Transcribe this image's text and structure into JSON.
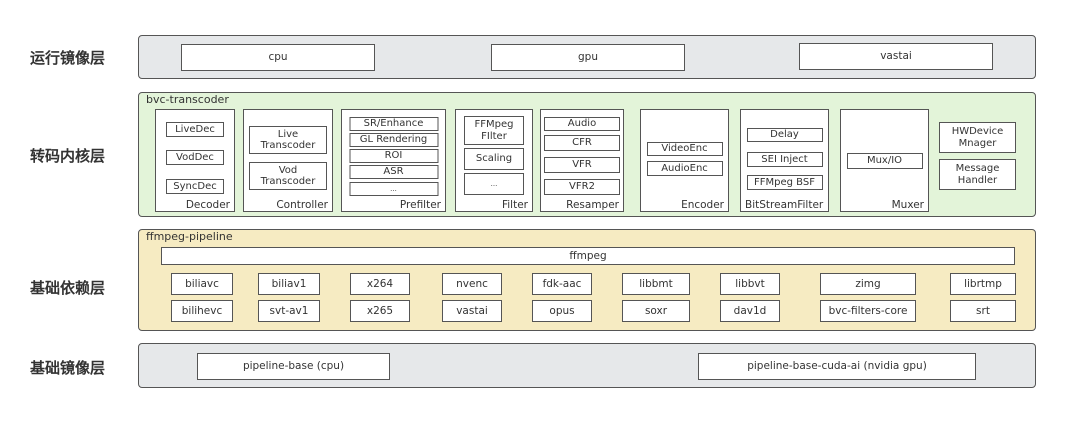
{
  "layers": {
    "runtime": {
      "label": "运行镜像层",
      "items": [
        "cpu",
        "gpu",
        "vastai"
      ]
    },
    "transcoder": {
      "label": "转码内核层",
      "title": "bvc-transcoder",
      "modules": {
        "decoder": {
          "label": "Decoder",
          "items": [
            "LiveDec",
            "VodDec",
            "SyncDec"
          ]
        },
        "controller": {
          "label": "Controller",
          "items": [
            "Live\nTranscoder",
            "Vod\nTranscoder"
          ]
        },
        "prefilter": {
          "label": "Prefilter",
          "items": [
            "SR/Enhance",
            "GL Rendering",
            "ROI",
            "ASR",
            "..."
          ]
        },
        "filter": {
          "label": "Filter",
          "items": [
            "FFMpeg\nFIlter",
            "Scaling",
            "..."
          ]
        },
        "resamper": {
          "label": "Resamper",
          "items": [
            "Audio",
            "CFR",
            "VFR",
            "VFR2"
          ]
        },
        "encoder": {
          "label": "Encoder",
          "items": [
            "VideoEnc",
            "AudioEnc"
          ]
        },
        "bsf": {
          "label": "BitStreamFilter",
          "items": [
            "Delay",
            "SEI Inject",
            "FFMpeg BSF"
          ]
        },
        "muxer": {
          "label": "Muxer",
          "items": [
            "Mux/IO"
          ]
        }
      },
      "standalone": [
        "HWDevice\nMnager",
        "Message\nHandler"
      ]
    },
    "deps": {
      "label": "基础依赖层",
      "title": "ffmpeg-pipeline",
      "ffmpeg": "ffmpeg",
      "row1": [
        "biliavc",
        "biliav1",
        "x264",
        "nvenc",
        "fdk-aac",
        "libbmt",
        "libbvt",
        "zimg",
        "librtmp"
      ],
      "row2": [
        "bilihevc",
        "svt-av1",
        "x265",
        "vastai",
        "opus",
        "soxr",
        "dav1d",
        "bvc-filters-core",
        "srt"
      ]
    },
    "base": {
      "label": "基础镜像层",
      "items": [
        "pipeline-base (cpu)",
        "pipeline-base-cuda-ai (nvidia gpu)"
      ]
    }
  },
  "colors": {
    "runtime_bg": "#e6e8ea",
    "transcoder_bg": "#e3f4d9",
    "deps_bg": "#f6ebc2",
    "base_bg": "#e6e8ea"
  }
}
